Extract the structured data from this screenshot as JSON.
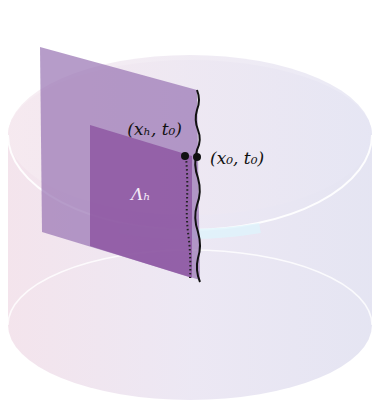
{
  "diagram": {
    "labels": [
      "(xₕ, t₀)",
      "(x₀, t₀)",
      "Λₕ"
    ]
  }
}
